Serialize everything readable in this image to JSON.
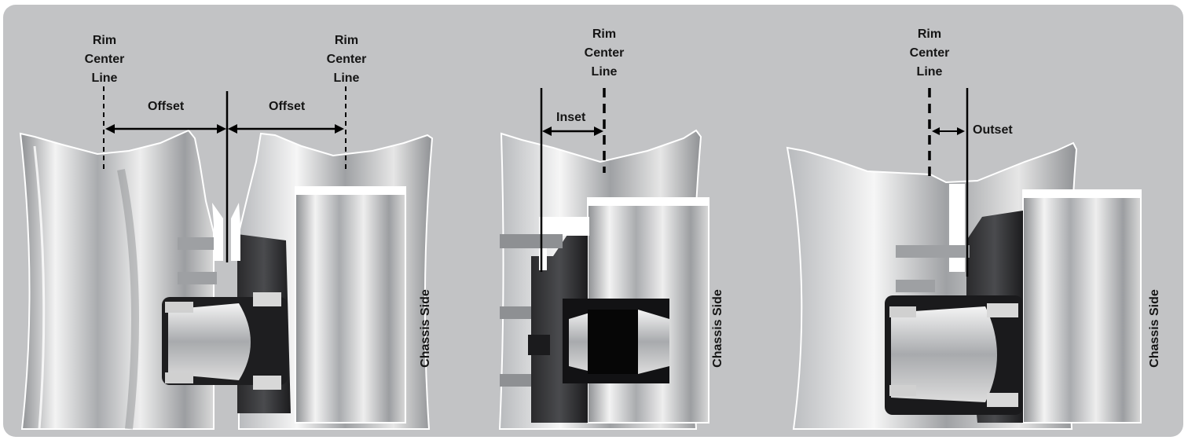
{
  "panels": [
    {
      "rim_label": [
        "Rim",
        "Center",
        "Line"
      ],
      "rim_label_right": [
        "Rim",
        "Center",
        "Line"
      ],
      "offset_left": "Offset",
      "offset_right": "Offset",
      "side_label": "Chassis Side"
    },
    {
      "rim_label": [
        "Rim",
        "Center",
        "Line"
      ],
      "measure": "Inset",
      "side_label": "Chassis Side"
    },
    {
      "rim_label": [
        "Rim",
        "Center",
        "Line"
      ],
      "measure": "Outset",
      "side_label": "Chassis Side"
    }
  ],
  "colors": {
    "background": "#c2c3c5",
    "text": "#151515",
    "line": "#000000"
  }
}
